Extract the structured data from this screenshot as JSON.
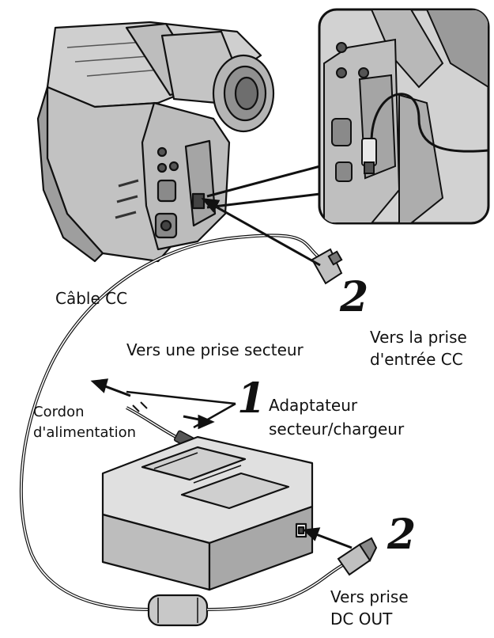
{
  "labels": {
    "dc_cable": "Câble CC",
    "to_wall_outlet": "Vers une prise secteur",
    "to_dc_input_line1": "Vers la prise",
    "to_dc_input_line2": "d'entrée CC",
    "power_cord_line1": "Cordon",
    "power_cord_line2": "d'alimentation",
    "adapter_line1": "Adaptateur",
    "adapter_line2": "secteur/chargeur",
    "to_dc_out_line1": "Vers prise",
    "to_dc_out_line2": "DC OUT"
  },
  "steps": {
    "step_dc_input": "2",
    "step_power_cord": "1",
    "step_dc_out": "2"
  }
}
